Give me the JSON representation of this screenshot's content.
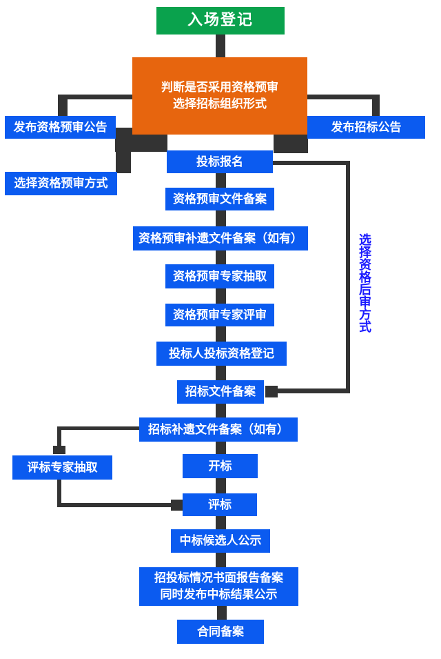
{
  "colors": {
    "blue": "#0b5bf0",
    "green": "#0aa24d",
    "orange": "#e7650e",
    "connector": "#333333",
    "side_label": "#1a1aff",
    "box_text": "#ffffff",
    "background": "#ffffff"
  },
  "nodes": {
    "entry": "入场登记",
    "decision_line1": "判断是否采用资格预审",
    "decision_line2": "选择招标组织形式",
    "pub_prequal_notice": "发布资格预审公告",
    "pub_tender_notice": "发布招标公告",
    "choose_prequal_method": "选择资格预审方式",
    "bid_signup": "投标报名",
    "prequal_doc_filing": "资格预审文件备案",
    "prequal_supp_filing": "资格预审补遗文件备案（如有）",
    "prequal_expert_draw": "资格预审专家抽取",
    "prequal_expert_review": "资格预审专家评审",
    "bidder_qual_reg": "投标人投标资格登记",
    "tender_doc_filing": "招标文件备案",
    "tender_supp_filing": "招标补遗文件备案（如有）",
    "eval_expert_draw": "评标专家抽取",
    "bid_opening": "开标",
    "bid_eval": "评标",
    "winner_publicity": "中标候选人公示",
    "report_filing_line1": "招投标情况书面报告备案",
    "report_filing_line2": "同时发布中标结果公示",
    "contract_filing": "合同备案",
    "side_label": "选择资格后审方式"
  }
}
